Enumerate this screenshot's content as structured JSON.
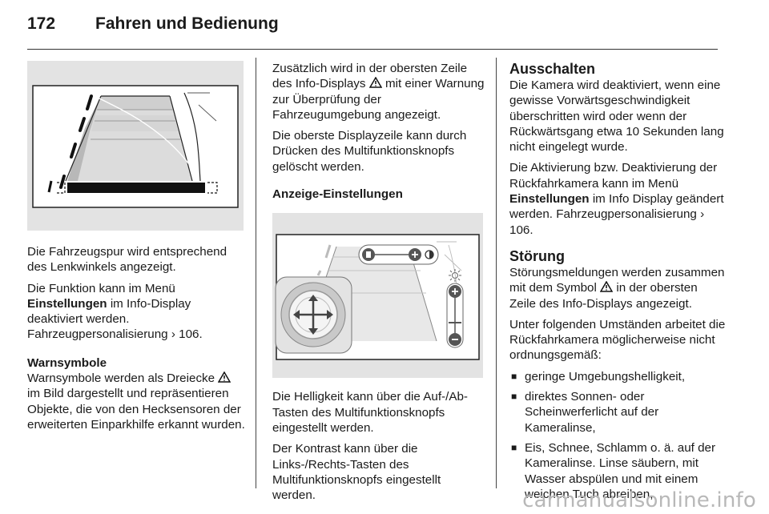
{
  "header": {
    "page_number": "172",
    "chapter": "Fahren und Bedienung"
  },
  "col1": {
    "p1": "Die Fahrzeugspur wird entsprechend des Lenkwinkels angezeigt.",
    "p2_a": "Die Funktion kann im Menü",
    "p2_b": "Einstellungen",
    "p2_c": "im Info-Display deaktiviert werden. Fahrzeugpersonalisierung",
    "p2_ref": "106.",
    "h_warn": "Warnsymbole",
    "p3_a": "Warnsymbole werden als Dreiecke",
    "p3_b": "im Bild dargestellt und repräsentieren Objekte, die von den Hecksensoren der erweiterten Einparkhilfe erkannt wurden."
  },
  "col2": {
    "p1_a": "Zusätzlich wird in der obersten Zeile des Info-Displays",
    "p1_b": "mit einer Warnung zur Überprüfung der Fahrzeugumgebung angezeigt.",
    "p2": "Die oberste Displayzeile kann durch Drücken des Multifunktionsknopfs gelöscht werden.",
    "h_anz": "Anzeige-Einstellungen",
    "p3": "Die Helligkeit kann über die Auf-/Ab-Tasten des Multifunktionsknopfs eingestellt werden.",
    "p4": "Der Kontrast kann über die Links-/Rechts-Tasten des Multifunktionsknopfs eingestellt werden."
  },
  "col3": {
    "h_aus": "Ausschalten",
    "p1": "Die Kamera wird deaktiviert, wenn eine gewisse Vorwärtsgeschwindigkeit überschritten wird oder wenn der Rückwärtsgang etwa 10 Sekunden lang nicht eingelegt wurde.",
    "p2_a": "Die Aktivierung bzw. Deaktivierung der Rückfahrkamera kann im Menü",
    "p2_b": "Einstellungen",
    "p2_c": "im Info Display geändert werden. Fahrzeugpersonalisierung",
    "p2_ref": "106.",
    "h_stoer": "Störung",
    "p3_a": "Störungsmeldungen werden zusammen mit dem Symbol",
    "p3_b": "in der obersten Zeile des Info-Displays angezeigt.",
    "p4": "Unter folgenden Umständen arbeitet die Rückfahrkamera möglicherweise nicht ordnungsgemäß:",
    "bullets": [
      "geringe Umgebungshelligkeit,",
      "direktes Sonnen- oder Scheinwerferlicht auf der Kameralinse,",
      "Eis, Schnee, Schlamm o. ä. auf der Kameralinse. Linse säubern, mit Wasser abspülen und mit einem weichen Tuch abreiben,"
    ]
  },
  "watermark": "carmanualsonline.info"
}
